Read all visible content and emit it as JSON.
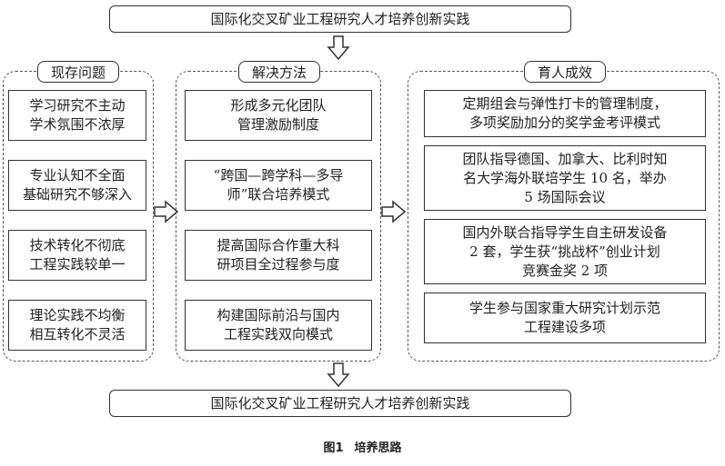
{
  "top_title": "国际化交叉矿业工程研究人才培养创新实践",
  "bottom_title": "国际化交叉矿业工程研究人才培养创新实践",
  "columns": {
    "problems": {
      "label": "现存问题",
      "items": [
        "学习研究不主动\n学术氛围不浓厚",
        "专业认知不全面\n基础研究不够深入",
        "技术转化不彻底\n工程实践较单一",
        "理论实践不均衡\n相互转化不灵活"
      ]
    },
    "solutions": {
      "label": "解决方法",
      "items": [
        "形成多元化团队\n管理激励制度",
        "“跨国—跨学科—多导\n师”联合培养模式",
        "提高国际合作重大科\n研项目全过程参与度",
        "构建国际前沿与国内\n工程实践双向模式"
      ]
    },
    "outcomes": {
      "label": "育人成效",
      "items": [
        "定期组会与弹性打卡的管理制度，\n多项奖励加分的奖学金考评模式",
        "团队指导德国、加拿大、比利时知\n名大学海外联培学生 10 名，举办\n5 场国际会议",
        "国内外联合指导学生自主研发设备\n2 套，学生获“挑战杯”创业计划\n竞赛金奖 2 项",
        "学生参与国家重大研究计划示范\n工程建设多项"
      ]
    }
  },
  "caption": {
    "number": "图1",
    "text": "培养思路"
  }
}
